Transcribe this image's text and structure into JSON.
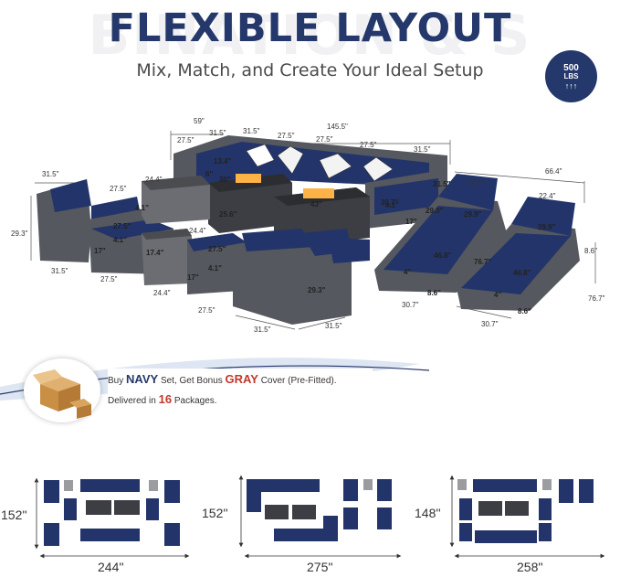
{
  "header": {
    "watermark": "BINATION & S",
    "title": "FLEXIBLE LAYOUT",
    "subtitle": "Mix, Match, and Create Your Ideal Setup"
  },
  "badge": {
    "value": "500",
    "unit": "LBS",
    "arrows": "↑↑↑"
  },
  "dimensions": {
    "d59": "59\"",
    "d145": "145.5\"",
    "d275a": "27.5\"",
    "d315a": "31.5\"",
    "d315b": "31.5\"",
    "d275b": "27.5\"",
    "d275c": "27.5\"",
    "d275d": "27.5\"",
    "d315c": "31.5\"",
    "d134": "13.4\"",
    "d30": "30\"",
    "d6": "6\"",
    "d244a": "24.4\"",
    "d315l": "31.5\"",
    "d275l": "27.5\"",
    "d41a": "4.1\"",
    "d293l": "29.3\"",
    "d275m": "27.5\"",
    "d41b": "4.1\"",
    "d17a": "17\"",
    "d256": "25.6\"",
    "d43": "43\"",
    "d307a": "30.7\"",
    "d293m": "29.3\"",
    "d41c": "4.1\"",
    "d17b": "17\"",
    "d315r": "31.5\"",
    "d664": "66.4\"",
    "d224a": "22.4\"",
    "d224b": "22.4\"",
    "d299a": "29.9\"",
    "d299b": "29.9\"",
    "d468a": "46.8\"",
    "d767a": "76.7\"",
    "d468b": "46.8\"",
    "d86a": "8.6\"",
    "d4a": "4\"",
    "d4b": "4\"",
    "d174": "17.4\"",
    "d244b": "24.4\"",
    "d275n": "27.5\"",
    "d41d": "4.1\"",
    "d17c": "17\"",
    "d315bl": "31.5\"",
    "d275bl": "27.5\"",
    "d244bl": "24.4\"",
    "d275bm": "27.5\"",
    "d293b": "29.3\"",
    "d315bm": "31.5\"",
    "d315bn": "31.5\"",
    "d307b": "30.7\"",
    "d86b": "8.6\"",
    "d307c": "30.7\"",
    "d86c": "8.6\"",
    "d767b": "76.7\""
  },
  "banner": {
    "buy": "Buy ",
    "navy": "NAVY",
    "mid": " Set, Get Bonus ",
    "gray": "GRAY",
    "end": " Cover (Pre-Fitted).",
    "delivered": "Delivered in ",
    "packages_num": "16",
    "packages": " Packages."
  },
  "layouts": [
    {
      "height": "152''",
      "width": "244''"
    },
    {
      "height": "152''",
      "width": "275''"
    },
    {
      "height": "148''",
      "width": "258''"
    }
  ],
  "colors": {
    "navy": "#25386b",
    "cushion": "#23346a",
    "wicker": "#5b5d62",
    "accent_red": "#c0392b"
  }
}
